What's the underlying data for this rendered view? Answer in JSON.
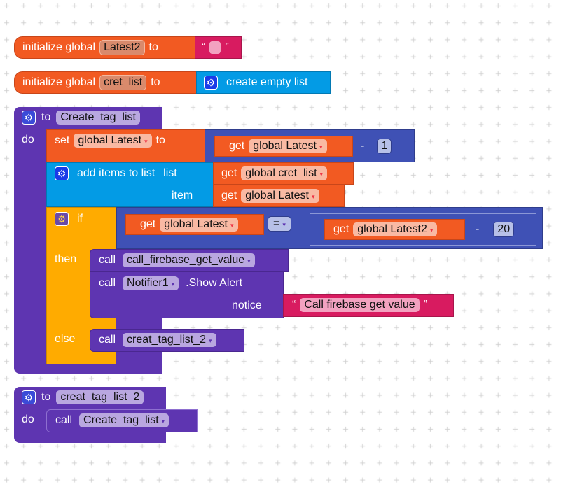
{
  "colors": {
    "variable": "#f25a22",
    "text": "#d81b60",
    "list": "#039be5",
    "procedure": "#5e35b1",
    "math": "#3f51b5",
    "control": "#ffab00"
  },
  "init1": {
    "label": "initialize global",
    "name": "Latest2",
    "to": "to",
    "open_quote": "“",
    "close_quote": "”"
  },
  "init2": {
    "label": "initialize global",
    "name": "cret_list",
    "to": "to",
    "list_label": "create empty list"
  },
  "proc1": {
    "to": "to",
    "name": "Create_tag_list",
    "do": "do",
    "set": {
      "label": "set",
      "var": "global Latest",
      "to": "to",
      "get": "get",
      "get_var": "global Latest",
      "op": "-",
      "num": "1"
    },
    "add": {
      "label": "add items to list",
      "list": "list",
      "item": "item",
      "get": "get",
      "list_var": "global cret_list",
      "item_var": "global Latest"
    },
    "if": {
      "if": "if",
      "then": "then",
      "else": "else",
      "get": "get",
      "left_var": "global Latest",
      "cmp": "=",
      "right_var": "global Latest2",
      "op": "-",
      "num": "20",
      "call1": {
        "call": "call",
        "name": "call_firebase_get_value"
      },
      "call2": {
        "call": "call",
        "component": "Notifier1",
        "method": ".Show Alert",
        "notice": "notice",
        "open_quote": "“",
        "text": "Call firebase get value",
        "close_quote": "”"
      },
      "call3": {
        "call": "call",
        "name": "creat_tag_list_2"
      }
    }
  },
  "proc2": {
    "to": "to",
    "name": "creat_tag_list_2",
    "do": "do",
    "call": "call",
    "call_name": "Create_tag_list"
  },
  "dropdown_arrow": "▾"
}
